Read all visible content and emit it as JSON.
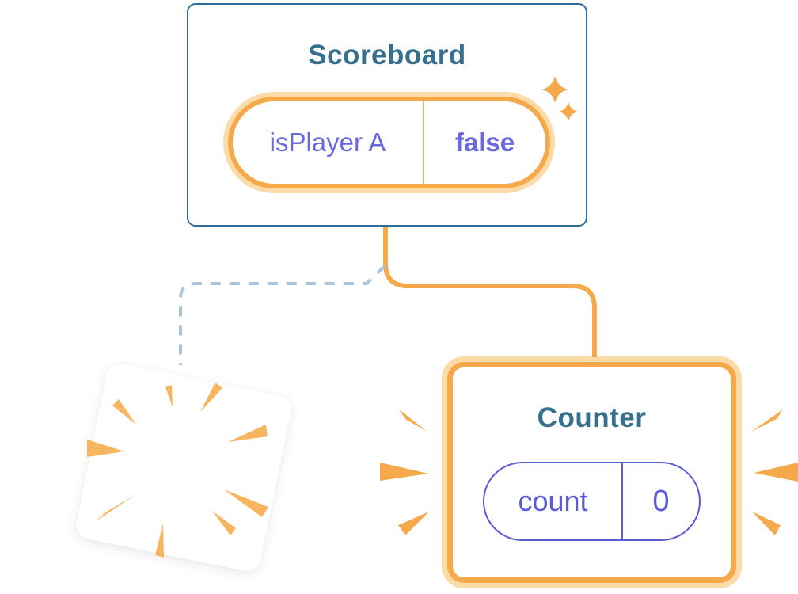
{
  "scoreboard": {
    "title": "Scoreboard",
    "state": {
      "key": "isPlayer A",
      "value": "false"
    }
  },
  "counter": {
    "title": "Counter",
    "state": {
      "key": "count",
      "value": "0"
    }
  },
  "icons": {
    "sparkles": "sparkle-stars-icon",
    "poof": "poof-burst-icon",
    "emphasis_left": "emphasis-burst-left-icon",
    "emphasis_right": "emphasis-burst-right-icon"
  },
  "colors": {
    "background": "#FFFFFF",
    "orange": "#F5A94B",
    "orange_glow": "#FBDCA8",
    "orange_ray": "#F8B55F",
    "card_border_blue": "#2E6E96",
    "title_teal": "#35708F",
    "purple": "#6A68E0",
    "purple_dark": "#5B5BD6",
    "dashed_blue": "#A9C5DC"
  }
}
